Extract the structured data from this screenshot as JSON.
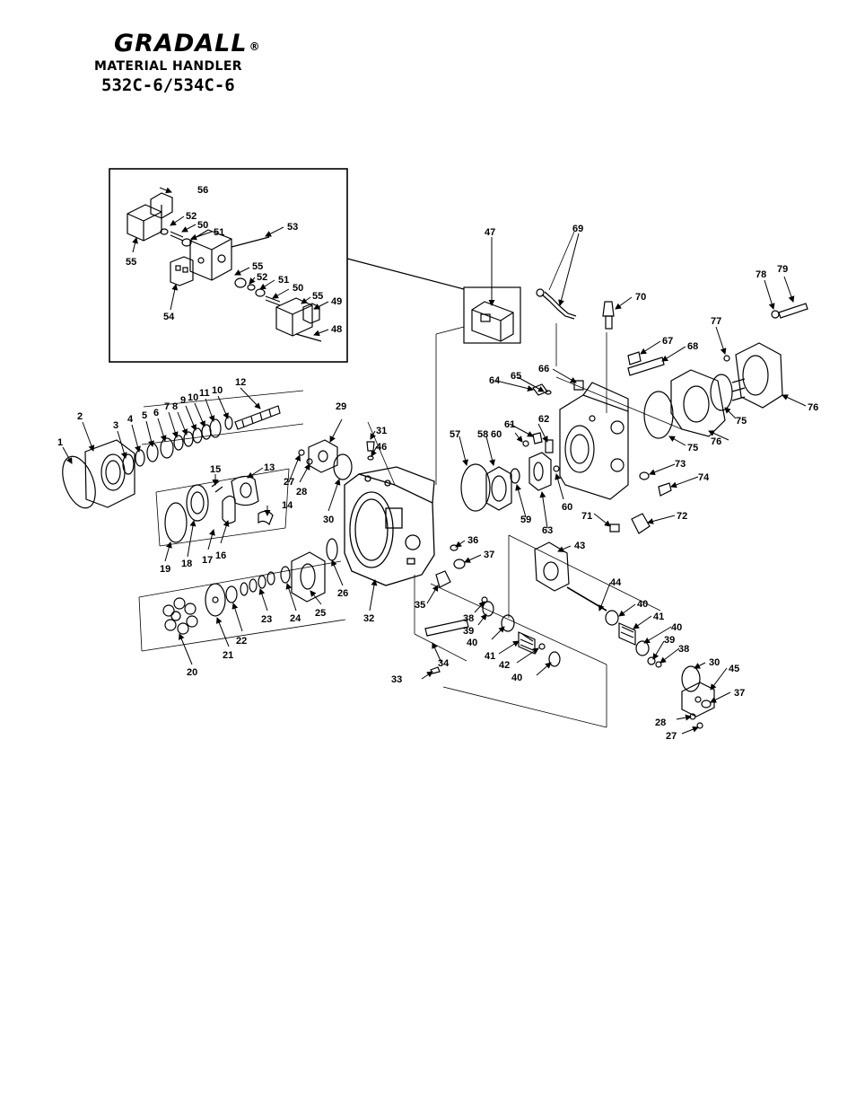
{
  "header": {
    "brand": "GRADALL",
    "registered_mark": "®",
    "subtitle": "MATERIAL HANDLER",
    "models": "532C-6/534C-6"
  },
  "callouts": {
    "c1": "1",
    "c2": "2",
    "c3": "3",
    "c4": "4",
    "c5": "5",
    "c6": "6",
    "c7": "7",
    "c8": "8",
    "c9": "9",
    "c10a": "10",
    "c10b": "10",
    "c11": "11",
    "c12": "12",
    "c13": "13",
    "c14": "14",
    "c15": "15",
    "c16": "16",
    "c17": "17",
    "c18": "18",
    "c19": "19",
    "c20": "20",
    "c21": "21",
    "c22": "22",
    "c23": "23",
    "c24": "24",
    "c25": "25",
    "c26": "26",
    "c27a": "27",
    "c28a": "28",
    "c29": "29",
    "c30a": "30",
    "c31": "31",
    "c46": "46",
    "c32": "32",
    "c33": "33",
    "c34": "34",
    "c35": "35",
    "c36": "36",
    "c37a": "37",
    "c38a": "38",
    "c39a": "39",
    "c40a": "40",
    "c41a": "41",
    "c42": "42",
    "c40b": "40",
    "c43": "43",
    "c44": "44",
    "c40c": "40",
    "c41b": "41",
    "c40d": "40",
    "c39b": "39",
    "c38b": "38",
    "c30b": "30",
    "c45": "45",
    "c37b": "37",
    "c28b": "28",
    "c27b": "27",
    "c47": "47",
    "c69": "69",
    "c70": "70",
    "c57": "57",
    "c58": "58",
    "c60a": "60",
    "c61": "61",
    "c62": "62",
    "c59": "59",
    "c63": "63",
    "c60b": "60",
    "c64": "64",
    "c65": "65",
    "c66": "66",
    "c67": "67",
    "c68": "68",
    "c71": "71",
    "c72": "72",
    "c73": "73",
    "c74": "74",
    "c75a": "75",
    "c75b": "75",
    "c76a": "76",
    "c76b": "76",
    "c77": "77",
    "c78": "78",
    "c79": "79",
    "c56": "56",
    "c52a": "52",
    "c50a": "50",
    "c51a": "51",
    "c53": "53",
    "c55a": "55",
    "c55b": "55",
    "c52b": "52",
    "c51b": "51",
    "c50b": "50",
    "c55c": "55",
    "c49": "49",
    "c54": "54",
    "c48": "48"
  }
}
